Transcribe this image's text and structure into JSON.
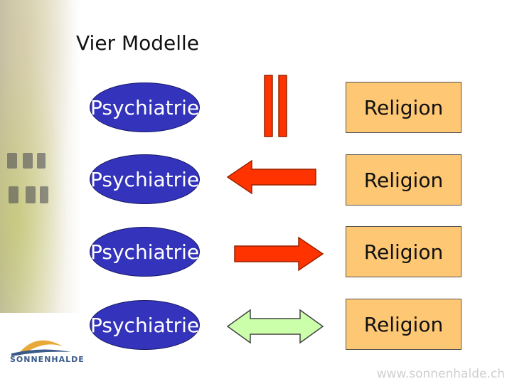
{
  "slide": {
    "title": "Vier Modelle",
    "rows": [
      {
        "left": "Psychiatrie",
        "right": "Religion",
        "relation": "parallel"
      },
      {
        "left": "Psychiatrie",
        "right": "Religion",
        "relation": "arrow-left"
      },
      {
        "left": "Psychiatrie",
        "right": "Religion",
        "relation": "arrow-right"
      },
      {
        "left": "Psychiatrie",
        "right": "Religion",
        "relation": "double-arrow"
      }
    ],
    "logo_text": "SONNENHALDE",
    "url": "www.sonnenhalde.ch"
  },
  "colors": {
    "oval_fill": "#3333bb",
    "box_fill": "#fdc774",
    "arrow_red": "#ff3300",
    "arrow_green": "#ccffaa"
  }
}
